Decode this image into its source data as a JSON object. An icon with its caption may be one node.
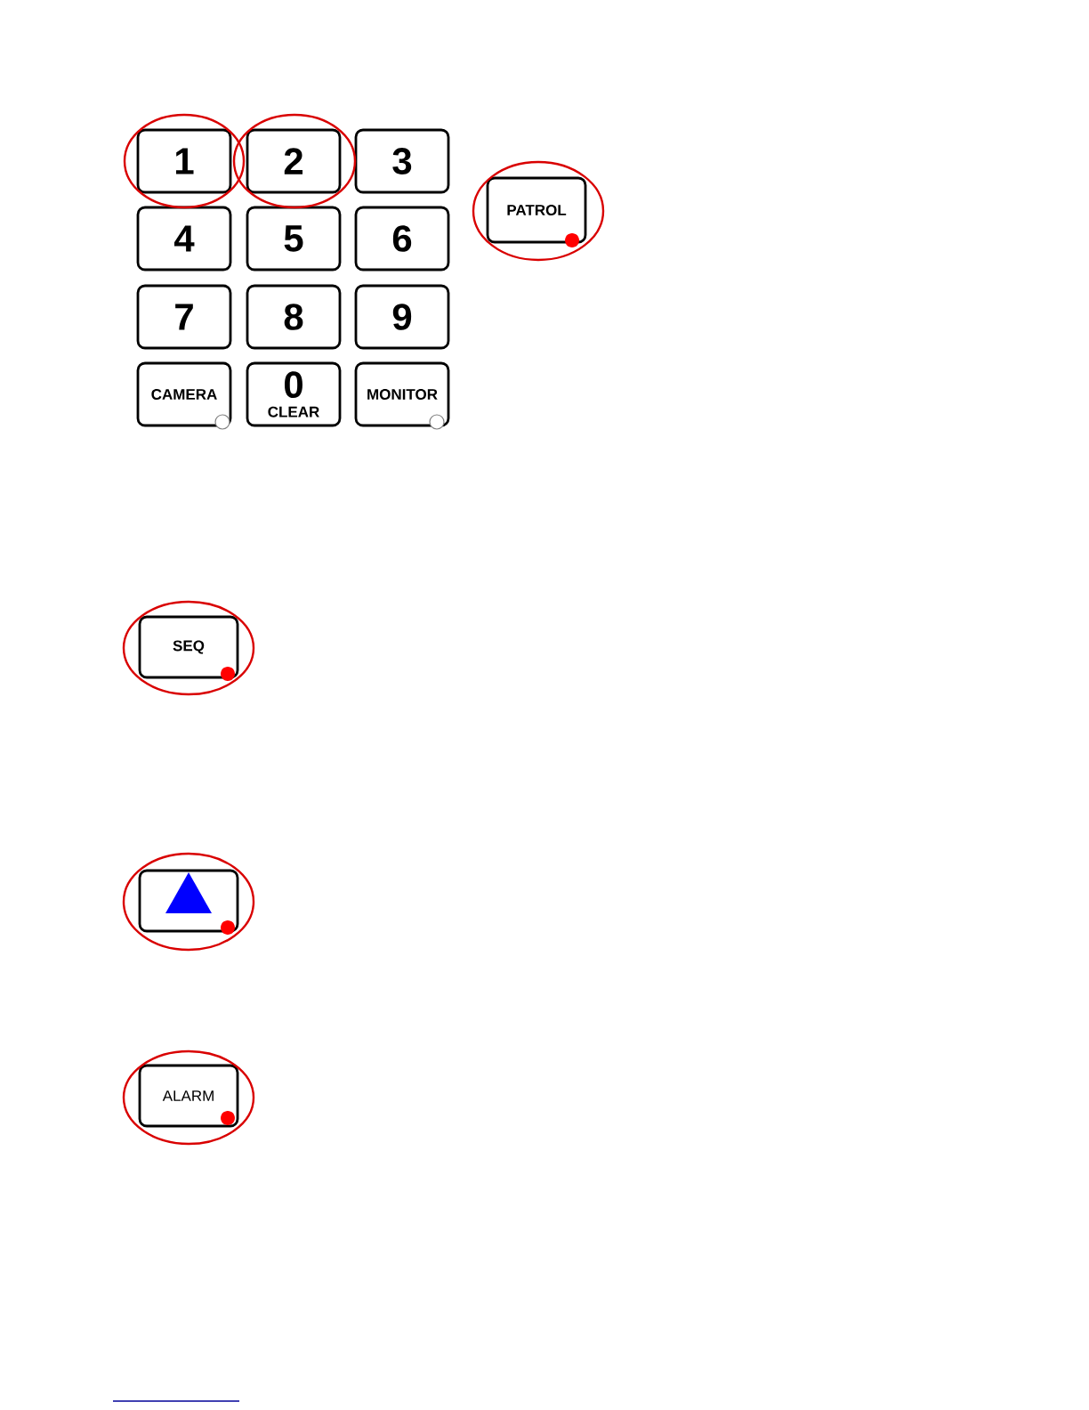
{
  "diagram": {
    "nodes": [
      {
        "text": [
          "1"
        ]
      },
      {
        "text": [
          "2"
        ]
      },
      {
        "text": [
          "3"
        ]
      },
      {
        "text": [
          "4"
        ]
      },
      {
        "text": [
          "5"
        ]
      },
      {
        "text": [
          "6"
        ]
      },
      {
        "text": [
          "7"
        ]
      },
      {
        "text": [
          "8"
        ]
      },
      {
        "text": [
          "9"
        ]
      },
      {
        "text": [
          "CAMERA"
        ]
      },
      {
        "text": [
          "0",
          "CLEAR"
        ]
      },
      {
        "text": [
          "MONITOR"
        ]
      },
      {
        "text": [
          "PATROL"
        ]
      },
      {
        "text": [
          "SEQ"
        ]
      },
      {
        "text": [],
        "shape": "box"
      },
      {
        "text": [
          "ALARM"
        ]
      }
    ]
  }
}
